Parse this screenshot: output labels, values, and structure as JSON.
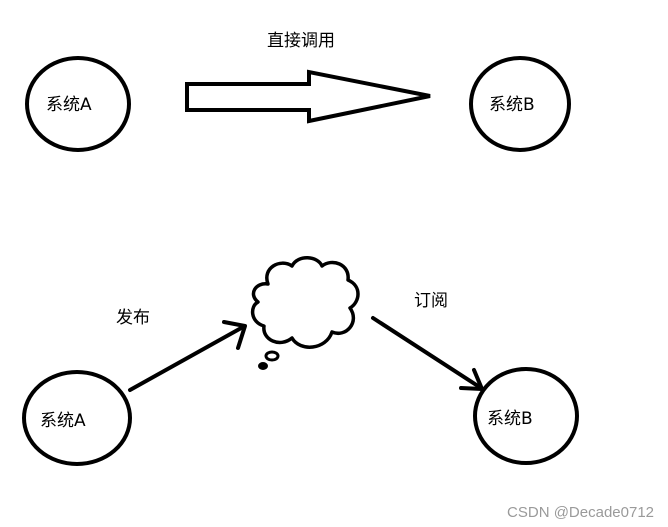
{
  "top_row": {
    "node_a_label": "系统A",
    "node_b_label": "系统B",
    "arrow_label": "直接调用"
  },
  "bottom_row": {
    "node_a_label": "系统A",
    "node_b_label": "系统B",
    "publish_label": "发布",
    "subscribe_label": "订阅"
  },
  "watermark": "CSDN @Decade0712"
}
